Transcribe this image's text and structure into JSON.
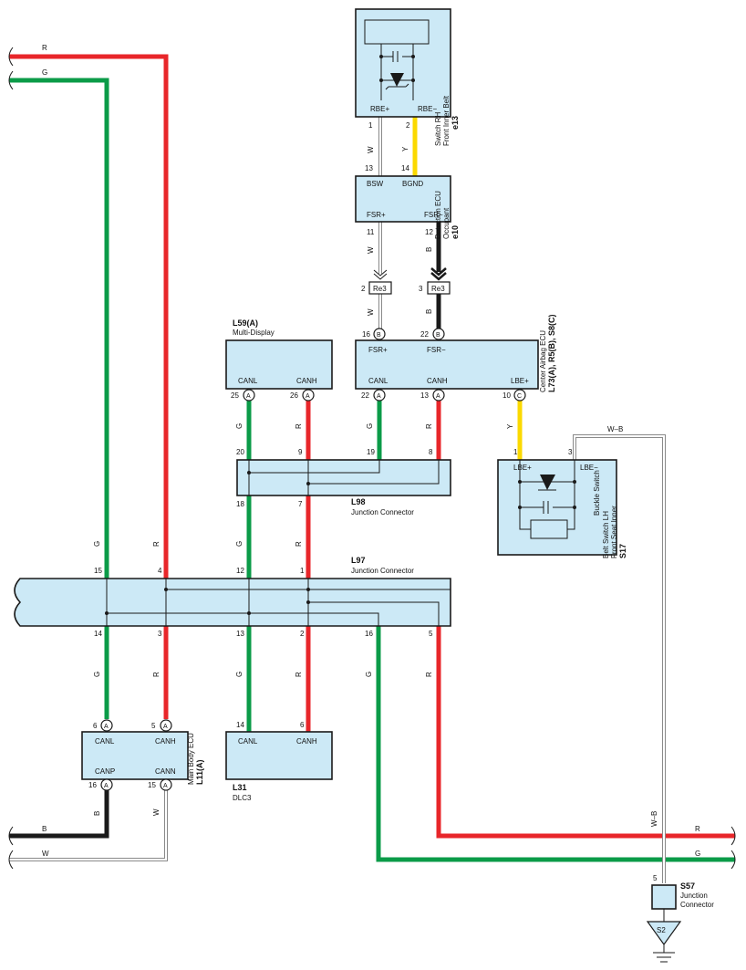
{
  "components": {
    "e13": {
      "id": "e13",
      "name": "Front Inner Belt Switch RH",
      "pins": {
        "rbe_plus": "RBE+",
        "rbe_minus": "RBE−"
      }
    },
    "e10": {
      "id": "e10",
      "name": "Occupant Detection ECU",
      "pins": {
        "bsw": "BSW",
        "bgnd": "BGND",
        "fsr_plus": "FSR+",
        "fsr_minus": "FSR−"
      }
    },
    "re3": {
      "label": "Re3"
    },
    "l73": {
      "id": "L73(A), R5(B), S8(C)",
      "name": "Center Airbag ECU",
      "pins": {
        "fsr_plus": "FSR+",
        "fsr_minus": "FSR−",
        "canl": "CANL",
        "canh": "CANH",
        "lbe_plus": "LBE+"
      }
    },
    "l59": {
      "id": "L59(A)",
      "name": "Multi-Display",
      "pins": {
        "canl": "CANL",
        "canh": "CANH"
      }
    },
    "l98": {
      "id": "L98",
      "name": "Junction Connector"
    },
    "s17": {
      "id": "S17",
      "name": "Front Seat Inner Belt Switch LH",
      "sub": "Buckle Switch",
      "pins": {
        "lbe_plus": "LBE+",
        "lbe_minus": "LBE−"
      }
    },
    "l97": {
      "id": "L97",
      "name": "Junction Connector"
    },
    "l11": {
      "id": "L11(A)",
      "name": "Main Body ECU",
      "pins": {
        "canl": "CANL",
        "canh": "CANH",
        "canp": "CANP",
        "cann": "CANN"
      }
    },
    "l31": {
      "id": "L31",
      "name": "DLC3",
      "pins": {
        "canl": "CANL",
        "canh": "CANH"
      }
    },
    "s57": {
      "id": "S57",
      "name": "Junction Connector"
    },
    "s2": {
      "label": "S2"
    }
  },
  "pin_numbers": {
    "e13_1": "1",
    "e13_2": "2",
    "e10_13": "13",
    "e10_14": "14",
    "e10_11": "11",
    "e10_12": "12",
    "re3_2": "2",
    "re3_3": "3",
    "l73_16": "16",
    "l73_22": "22",
    "l73_22a": "22",
    "l73_13": "13",
    "l73_10": "10",
    "l59_25": "25",
    "l59_26": "26",
    "l98_20": "20",
    "l98_9": "9",
    "l98_19": "19",
    "l98_8": "8",
    "l98_18": "18",
    "l98_7": "7",
    "s17_1": "1",
    "s17_3": "3",
    "l97_15": "15",
    "l97_4": "4",
    "l97_12": "12",
    "l97_1": "1",
    "l97_14": "14",
    "l97_3": "3",
    "l97_13": "13",
    "l97_2": "2",
    "l97_16": "16",
    "l97_5": "5",
    "l11_6": "6",
    "l11_5": "5",
    "l11_16": "16",
    "l11_15": "15",
    "l31_14": "14",
    "l31_6": "6",
    "s57_5": "5"
  },
  "connector_letters": {
    "a": "A",
    "b": "B",
    "c": "C"
  },
  "wire_labels": {
    "r": "R",
    "g": "G",
    "w": "W",
    "y": "Y",
    "b": "B",
    "wb": "W–B"
  },
  "colors": {
    "red": "#e8262a",
    "green": "#0b9b48",
    "yellow": "#fbd900",
    "black": "#1a1a1a",
    "white": "#ffffff",
    "box": "#cce9f6"
  }
}
